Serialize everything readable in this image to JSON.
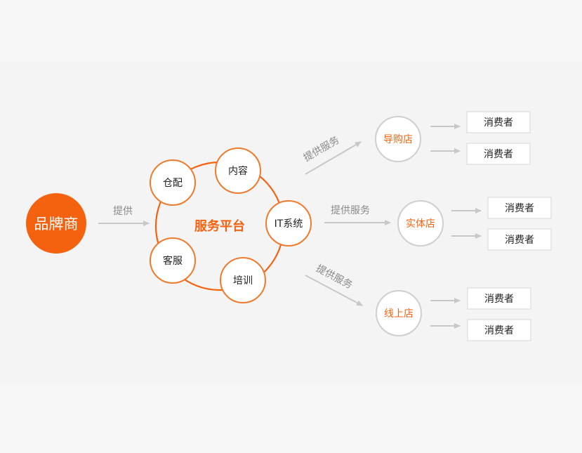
{
  "colors": {
    "accent": "#f5620f",
    "node_border": "#f07a2c",
    "store_border": "#cfcfcf",
    "arrow": "#c8c8c8",
    "text_dark": "#222222",
    "text_gray": "#8a8a8a"
  },
  "brand": {
    "label": "品牌商"
  },
  "provide_label": "提供",
  "platform": {
    "title": "服务平台",
    "nodes": [
      {
        "id": "warehouse",
        "label": "仓配"
      },
      {
        "id": "content",
        "label": "内容"
      },
      {
        "id": "it",
        "label": "IT系统"
      },
      {
        "id": "training",
        "label": "培训"
      },
      {
        "id": "support",
        "label": "客服"
      }
    ]
  },
  "service_label": "提供服务",
  "stores": [
    {
      "id": "guide-store",
      "label": "导购店",
      "consumers": [
        "消费者",
        "消费者"
      ]
    },
    {
      "id": "physical-store",
      "label": "实体店",
      "consumers": [
        "消费者",
        "消费者"
      ]
    },
    {
      "id": "online-store",
      "label": "线上店",
      "consumers": [
        "消费者",
        "消费者"
      ]
    }
  ]
}
